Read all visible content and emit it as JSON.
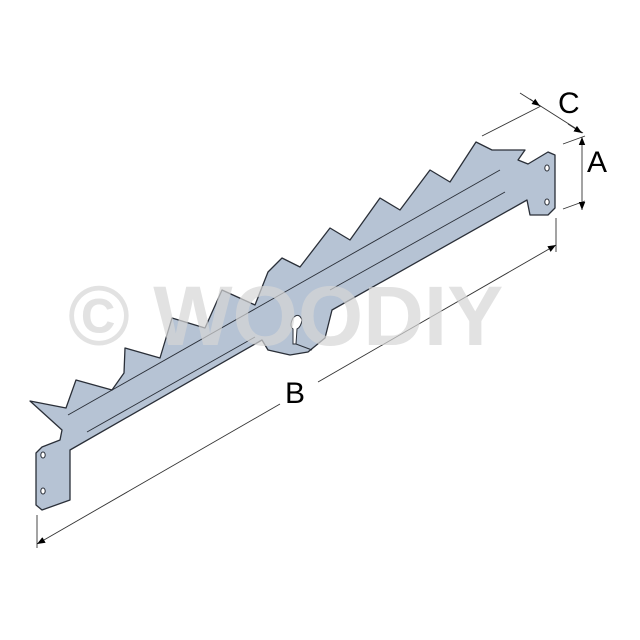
{
  "diagram": {
    "title_watermark": "© WOODIY",
    "dimensions": {
      "a": "A",
      "b": "B",
      "c": "C"
    },
    "colors": {
      "metal": "#b6c3d4",
      "outline": "#2a2f38",
      "dimension": "#333333",
      "watermark": "#d6d6d6"
    }
  }
}
